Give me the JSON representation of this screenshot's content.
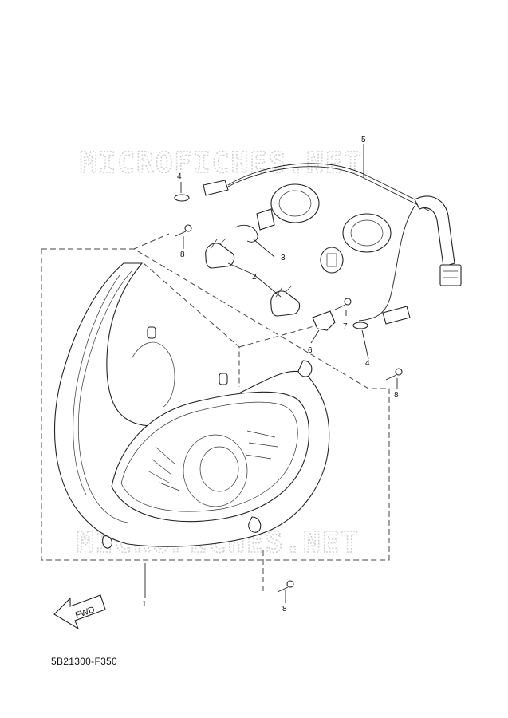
{
  "watermarks": [
    "MICROFICHES.NET",
    "MICROFICHES.NET"
  ],
  "callouts": {
    "c1": "1",
    "c2": "2",
    "c3": "3",
    "c4a": "4",
    "c4b": "4",
    "c5": "5",
    "c6": "6",
    "c7": "7",
    "c8a": "8",
    "c8b": "8",
    "c8c": "8"
  },
  "fwd_label": "FWD",
  "diagram_code": "5B21300-F350"
}
